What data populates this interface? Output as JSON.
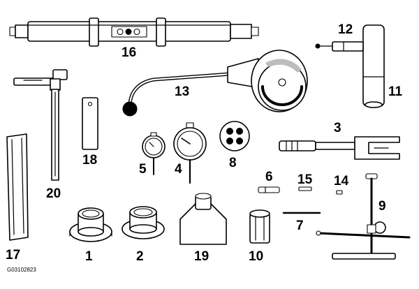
{
  "figure_code": "G03102823",
  "callouts": {
    "n1": "1",
    "n2": "2",
    "n3": "3",
    "n4": "4",
    "n5": "5",
    "n6": "6",
    "n7": "7",
    "n8": "8",
    "n9": "9",
    "n10": "10",
    "n11": "11",
    "n12": "12",
    "n13": "13",
    "n14": "14",
    "n15": "15",
    "n16": "16",
    "n17": "17",
    "n18": "18",
    "n19": "19",
    "n20": "20"
  },
  "colors": {
    "ink": "#000000",
    "paper": "#ffffff",
    "shade": "#bdbdbd"
  }
}
